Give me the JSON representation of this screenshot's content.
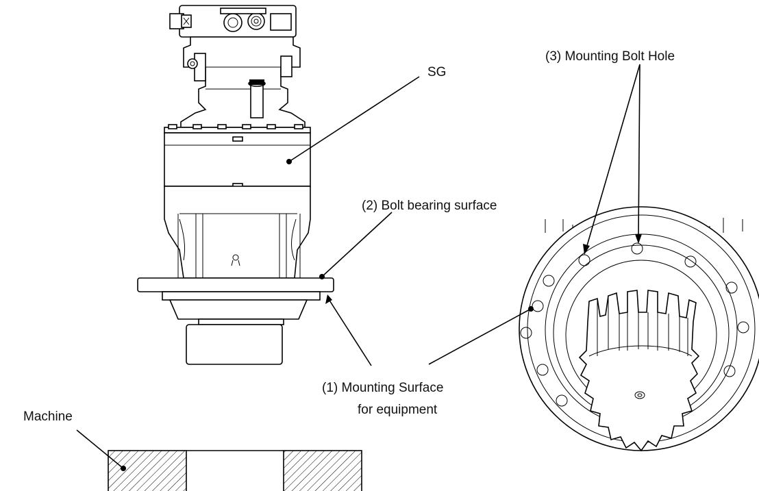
{
  "diagram": {
    "labels": {
      "sg": "SG",
      "bolt_hole": "(3) Mounting Bolt Hole",
      "bearing_surface": "(2) Bolt bearing surface",
      "mounting_surface_line1": "(1) Mounting Surface",
      "mounting_surface_line2": "for equipment",
      "machine": "Machine"
    },
    "colors": {
      "line": "#000000",
      "background": "#ffffff"
    },
    "views": [
      "side-view-sg-unit",
      "bottom-view-flange-pinion",
      "machine-section"
    ]
  }
}
